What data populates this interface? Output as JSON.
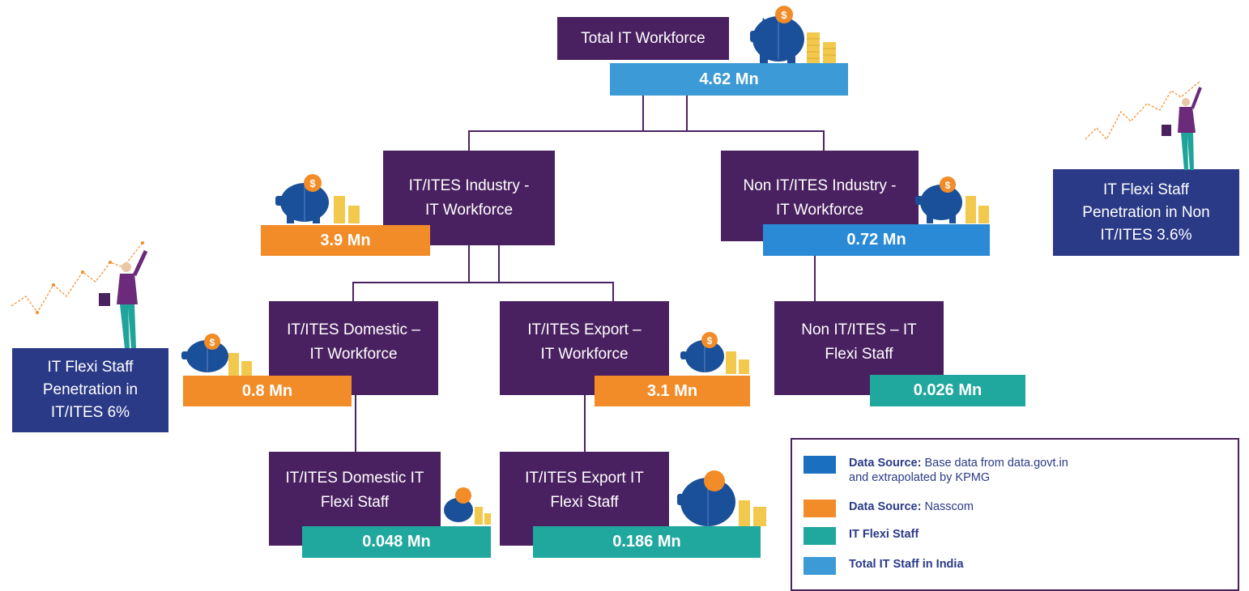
{
  "colors": {
    "node": "#4a2160",
    "blue": "#3c9ad6",
    "orange": "#f28c28",
    "teal": "#20a89e",
    "note": "#2b3a87",
    "piggy": "#1a4f99",
    "coin": "#f2c94c"
  },
  "nodes": {
    "total": {
      "title": "Total IT Workforce",
      "value": "4.62 Mn"
    },
    "itites": {
      "title_line1": "IT/ITES Industry -",
      "title_line2": "IT Workforce",
      "value": "3.9 Mn"
    },
    "non_itites": {
      "title_line1": "Non IT/ITES Industry -",
      "title_line2": "IT Workforce",
      "value": "0.72 Mn"
    },
    "domestic": {
      "title_line1": "IT/ITES Domestic –",
      "title_line2": "IT Workforce",
      "value": "0.8 Mn"
    },
    "export": {
      "title_line1": "IT/ITES Export –",
      "title_line2": "IT Workforce",
      "value": "3.1 Mn"
    },
    "non_flexi": {
      "title_line1": "Non IT/ITES – IT",
      "title_line2": "Flexi Staff",
      "value": "0.026 Mn"
    },
    "domestic_flexi": {
      "title_line1": "IT/ITES Domestic IT",
      "title_line2": "Flexi Staff",
      "value": "0.048 Mn"
    },
    "export_flexi": {
      "title_line1": "IT/ITES Export IT",
      "title_line2": "Flexi Staff",
      "value": "0.186 Mn"
    }
  },
  "notes": {
    "left": {
      "line1": "IT Flexi Staff",
      "line2": "Penetration in",
      "line3": "IT/ITES 6%"
    },
    "right": {
      "line1": "IT Flexi Staff",
      "line2": "Penetration in Non",
      "line3": "IT/ITES 3.6%"
    }
  },
  "legend": {
    "items": [
      {
        "bold": "Data Source:",
        "text": " Base data from data.govt.in",
        "text2": "and extrapolated by KPMG",
        "swatch": "#1a6fc0"
      },
      {
        "bold": "Data Source:",
        "text": " Nasscom",
        "text2": "",
        "swatch": "#f28c28"
      },
      {
        "bold": "IT Flexi Staff",
        "text": "",
        "text2": "",
        "swatch": "#20a89e"
      },
      {
        "bold": "Total IT Staff in India",
        "text": "",
        "text2": "",
        "swatch": "#3c9ad6"
      }
    ]
  },
  "icons": {
    "piggy": "piggy-bank-icon",
    "coins": "coin-stack-icon",
    "person": "businessman-growth-icon"
  }
}
